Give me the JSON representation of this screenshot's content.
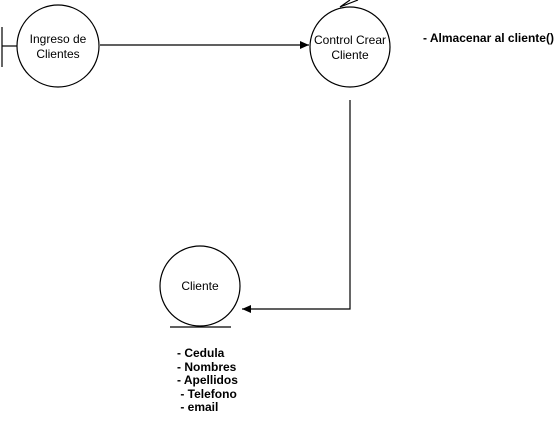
{
  "nodes": {
    "boundary": {
      "line1": "Ingreso de",
      "line2": "Clientes"
    },
    "control": {
      "line1": "Control Crear",
      "line2": "Cliente"
    },
    "entity": {
      "label": "Cliente"
    }
  },
  "control_method": "- Almacenar al cliente()",
  "entity_attributes": [
    "- Cedula",
    "- Nombres",
    "- Apellidos",
    " - Telefono",
    " - email"
  ],
  "colors": {
    "stroke": "#000000",
    "background": "#ffffff"
  }
}
